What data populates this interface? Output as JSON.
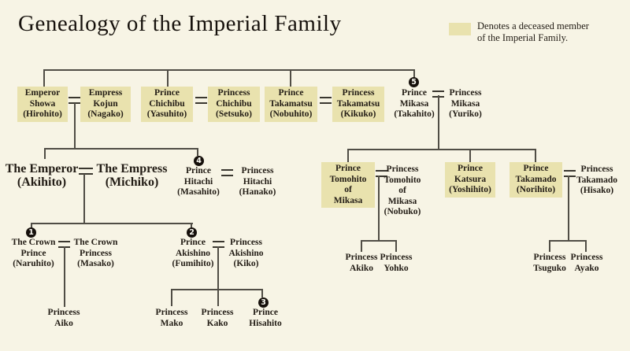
{
  "title": "Genealogy of the Imperial Family",
  "legend": {
    "text": "Denotes a deceased member\nof the Imperial Family."
  },
  "badges": {
    "b1": "1",
    "b2": "2",
    "b3": "3",
    "b4": "4",
    "b5": "5"
  },
  "colors": {
    "background": "#f7f4e5",
    "deceased_box": "#e9e2ae",
    "line": "#504d45",
    "text": "#221c15",
    "badge_bg": "#16100b",
    "badge_text": "#fdfcf5"
  },
  "people": {
    "showa": {
      "label": "Emperor\nShowa\n(Hirohito)",
      "deceased": true
    },
    "kojun": {
      "label": "Empress\nKojun\n(Nagako)",
      "deceased": true
    },
    "chichibu": {
      "label": "Prince\nChichibu\n(Yasuhito)",
      "deceased": true
    },
    "chichibu_w": {
      "label": "Princess\nChichibu\n(Setsuko)",
      "deceased": true
    },
    "takamatsu": {
      "label": "Prince\nTakamatsu\n(Nobuhito)",
      "deceased": true
    },
    "takamatsu_w": {
      "label": "Princess\nTakamatsu\n(Kikuko)",
      "deceased": true
    },
    "mikasa": {
      "label": "Prince\nMikasa\n(Takahito)",
      "deceased": false,
      "badge": "5"
    },
    "mikasa_w": {
      "label": "Princess\nMikasa\n(Yuriko)",
      "deceased": false
    },
    "emperor": {
      "label": "The Emperor\n(Akihito)",
      "deceased": false
    },
    "empress": {
      "label": "The Empress\n(Michiko)",
      "deceased": false
    },
    "hitachi": {
      "label": "Prince\nHitachi\n(Masahito)",
      "deceased": false,
      "badge": "4"
    },
    "hitachi_w": {
      "label": "Princess\nHitachi\n(Hanako)",
      "deceased": false
    },
    "tomohito": {
      "label": "Prince\nTomohito\nof\nMikasa",
      "deceased": true
    },
    "tomohito_w": {
      "label": "Princess\nTomohito\nof\nMikasa\n(Nobuko)",
      "deceased": false
    },
    "katsura": {
      "label": "Prince\nKatsura\n(Yoshihito)",
      "deceased": true
    },
    "takamado": {
      "label": "Prince\nTakamado\n(Norihito)",
      "deceased": true
    },
    "takamado_w": {
      "label": "Princess\nTakamado\n(Hisako)",
      "deceased": false
    },
    "crown_prince": {
      "label": "The Crown\nPrince\n(Naruhito)",
      "deceased": false,
      "badge": "1"
    },
    "crown_princess": {
      "label": "The Crown\nPrincess\n(Masako)",
      "deceased": false
    },
    "akishino": {
      "label": "Prince\nAkishino\n(Fumihito)",
      "deceased": false,
      "badge": "2"
    },
    "akishino_w": {
      "label": "Princess\nAkishino\n(Kiko)",
      "deceased": false
    },
    "aiko": {
      "label": "Princess\nAiko",
      "deceased": false
    },
    "mako": {
      "label": "Princess\nMako",
      "deceased": false
    },
    "kako": {
      "label": "Princess\nKako",
      "deceased": false
    },
    "hisahito": {
      "label": "Prince\nHisahito",
      "deceased": false,
      "badge": "3"
    },
    "akiko": {
      "label": "Princess\nAkiko",
      "deceased": false
    },
    "yohko": {
      "label": "Princess\nYohko",
      "deceased": false
    },
    "tsuguko": {
      "label": "Princess\nTsuguko",
      "deceased": false
    },
    "ayako": {
      "label": "Princess\nAyako",
      "deceased": false
    }
  }
}
